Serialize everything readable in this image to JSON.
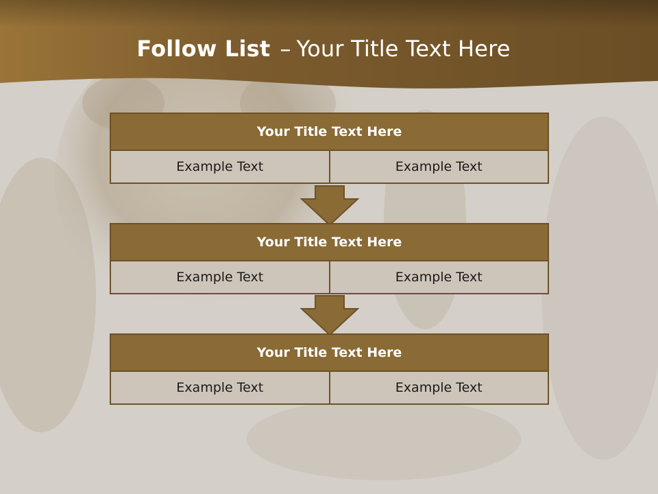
{
  "title": {
    "bold": "Follow List",
    "separator": "–",
    "rest": "Your Title Text Here"
  },
  "blocks": [
    {
      "heading": "Your Title Text Here",
      "cells": [
        "Example Text",
        "Example Text"
      ]
    },
    {
      "heading": "Your Title Text Here",
      "cells": [
        "Example Text",
        "Example Text"
      ]
    },
    {
      "heading": "Your Title Text Here",
      "cells": [
        "Example Text",
        "Example Text"
      ]
    }
  ],
  "colors": {
    "header_band": "#7a5a2e",
    "block_fill": "#8a6a35",
    "block_border": "#6d5227",
    "cell_fill": "#cdc5b9",
    "background": "#d4cfc8"
  }
}
